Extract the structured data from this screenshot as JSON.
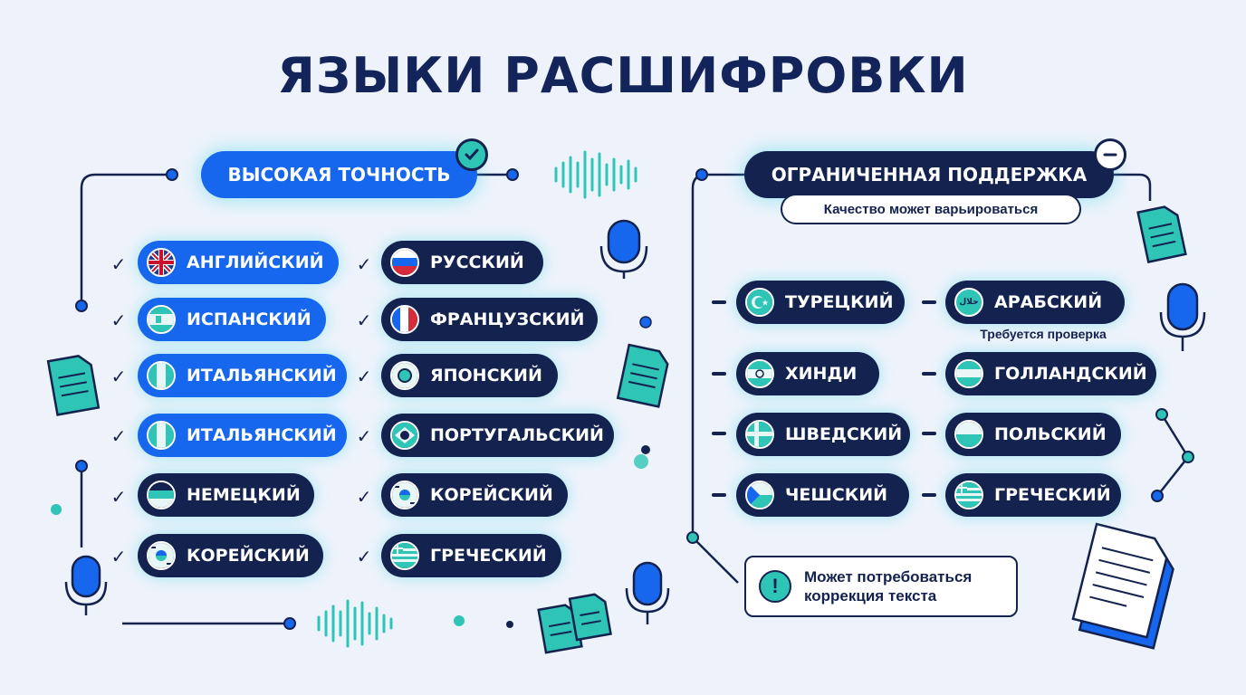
{
  "title": "ЯЗЫКИ РАСШИФРОВКИ",
  "colors": {
    "accent_blue": "#1766ee",
    "dark_navy": "#14224f",
    "teal": "#2ec4b6",
    "glow": "#40d6eb",
    "background": "#eef3fb"
  },
  "high_accuracy": {
    "label": "ВЫСОКАЯ ТОЧНОСТЬ",
    "badge_icon": "check-circle-icon",
    "left_column": [
      {
        "label": "АНГЛИЙСКИЙ",
        "flag": "uk-flag-icon",
        "style": "blue"
      },
      {
        "label": "ИСПАНСКИЙ",
        "flag": "spain-flag-icon",
        "style": "blue"
      },
      {
        "label": "ИТАЛЬЯНСКИЙ",
        "flag": "italy-flag-icon",
        "style": "blue"
      },
      {
        "label": "ИТАЛЬЯНСКИЙ",
        "flag": "italy-flag-icon",
        "style": "blue"
      },
      {
        "label": "НЕМЕЦКИЙ",
        "flag": "germany-flag-icon",
        "style": "dark"
      },
      {
        "label": "КОРЕЙСКИЙ",
        "flag": "korea-flag-icon",
        "style": "dark"
      }
    ],
    "right_column": [
      {
        "label": "РУССКИЙ",
        "flag": "russia-flag-icon",
        "style": "dark"
      },
      {
        "label": "ФРАНЦУЗСКИЙ",
        "flag": "france-flag-icon",
        "style": "dark"
      },
      {
        "label": "ЯПОНСКИЙ",
        "flag": "japan-flag-icon",
        "style": "dark"
      },
      {
        "label": "ПОРТУГАЛЬСКИЙ",
        "flag": "brazil-flag-icon",
        "style": "dark"
      },
      {
        "label": "КОРЕЙСКИЙ",
        "flag": "korea-flag-icon",
        "style": "dark"
      },
      {
        "label": "ГРЕЧЕСКИЙ",
        "flag": "greece-flag-icon",
        "style": "dark"
      }
    ]
  },
  "limited_support": {
    "label": "ОГРАНИЧЕННАЯ ПОДДЕРЖКА",
    "badge_icon": "minus-circle-icon",
    "subtitle": "Качество может варьироваться",
    "left_column": [
      {
        "label": "ТУРЕЦКИЙ",
        "flag": "turkey-flag-icon"
      },
      {
        "label": "ХИНДИ",
        "flag": "india-flag-icon"
      },
      {
        "label": "ШВЕДСКИЙ",
        "flag": "sweden-flag-icon"
      },
      {
        "label": "ЧЕШСКИЙ",
        "flag": "czech-flag-icon"
      }
    ],
    "right_column": [
      {
        "label": "АРАБСКИЙ",
        "flag": "arabic-flag-icon"
      },
      {
        "label": "ГОЛЛАНДСКИЙ",
        "flag": "netherlands-flag-icon"
      },
      {
        "label": "ПОЛЬСКИЙ",
        "flag": "poland-flag-icon"
      },
      {
        "label": "ГРЕЧЕСКИЙ",
        "flag": "greece-flag-icon"
      }
    ],
    "arabic_note": "Требуется проверка",
    "arabic_flag_text": "حلال"
  },
  "warning": {
    "icon": "exclamation-icon",
    "icon_text": "!",
    "line1": "Может потребоваться",
    "line2": "коррекция текста"
  },
  "glyphs": {
    "check": "✓",
    "minus": "–"
  }
}
